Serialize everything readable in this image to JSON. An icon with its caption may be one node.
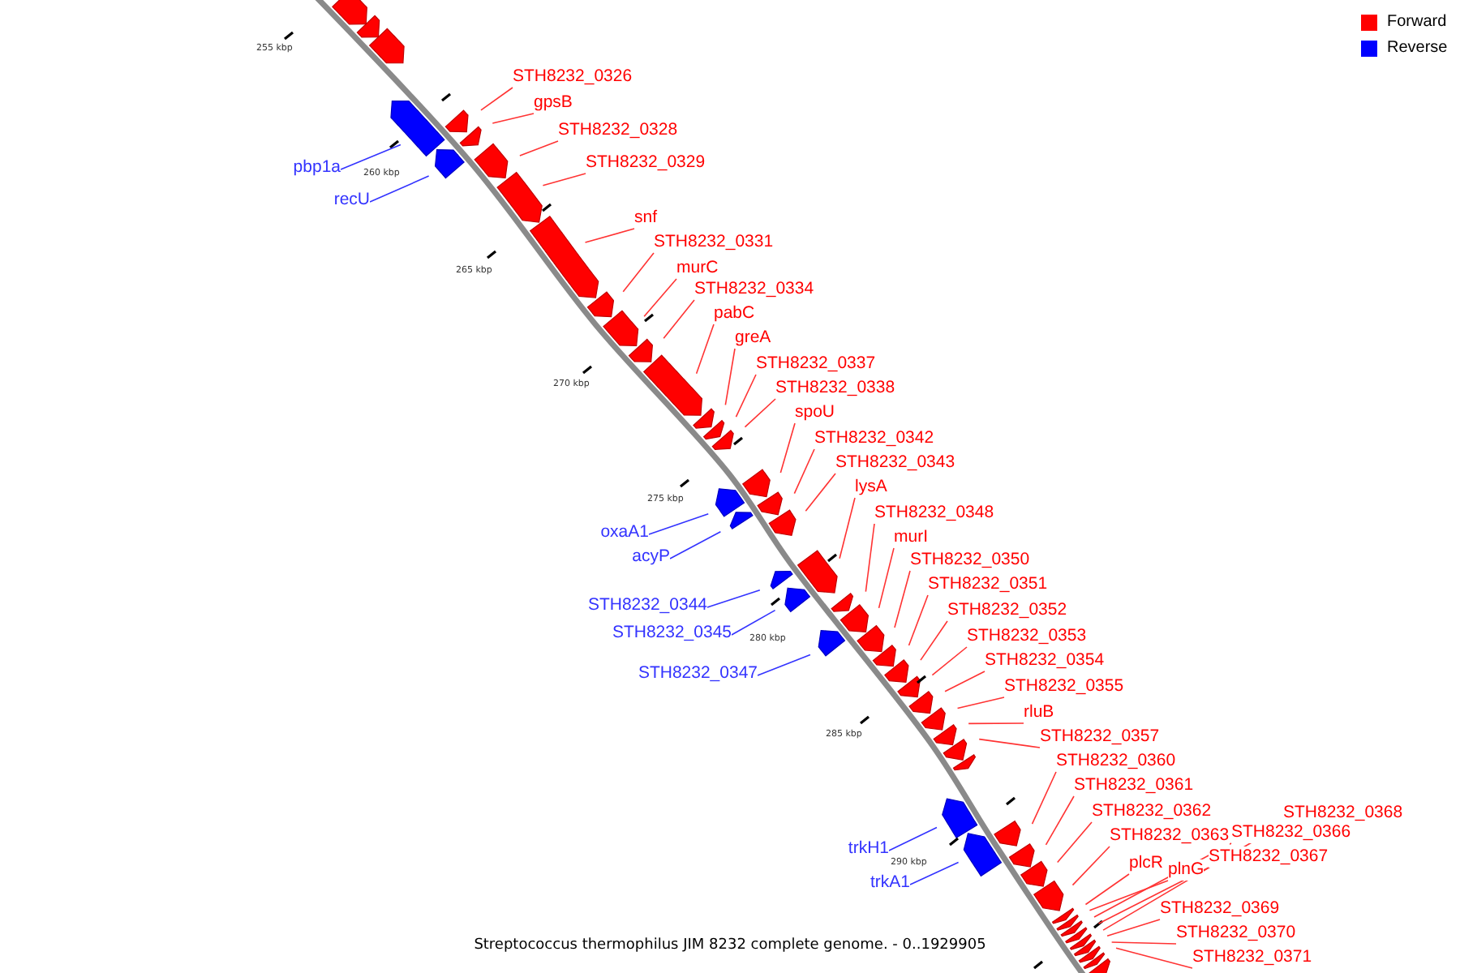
{
  "diagram": {
    "caption": "Streptococcus thermophilus JIM 8232 complete genome. - 0..1929905",
    "nodes": [
      {
        "text": [
          "STH8232_0326"
        ]
      },
      {
        "text": [
          "gpsB"
        ]
      },
      {
        "text": [
          "STH8232_0328"
        ]
      },
      {
        "text": [
          "STH8232_0329"
        ]
      },
      {
        "text": [
          "pbp1a"
        ]
      },
      {
        "text": [
          "recU"
        ]
      },
      {
        "text": [
          "snf"
        ]
      },
      {
        "text": [
          "STH8232_0331"
        ]
      },
      {
        "text": [
          "murC"
        ]
      },
      {
        "text": [
          "STH8232_0334"
        ]
      },
      {
        "text": [
          "pabC"
        ]
      },
      {
        "text": [
          "greA"
        ]
      },
      {
        "text": [
          "STH8232_0337"
        ]
      },
      {
        "text": [
          "STH8232_0338"
        ]
      },
      {
        "text": [
          "spoU"
        ]
      },
      {
        "text": [
          "STH8232_0342"
        ]
      },
      {
        "text": [
          "STH8232_0343"
        ]
      },
      {
        "text": [
          "lysA"
        ]
      },
      {
        "text": [
          "STH8232_0348"
        ]
      },
      {
        "text": [
          "oxaA1"
        ]
      },
      {
        "text": [
          "murI"
        ]
      },
      {
        "text": [
          "acyP"
        ]
      },
      {
        "text": [
          "STH8232_0350"
        ]
      },
      {
        "text": [
          "STH8232_0351"
        ]
      },
      {
        "text": [
          "STH8232_0344"
        ]
      },
      {
        "text": [
          "STH8232_0352"
        ]
      },
      {
        "text": [
          "STH8232_0345"
        ]
      },
      {
        "text": [
          "STH8232_0353"
        ]
      },
      {
        "text": [
          "STH8232_0354"
        ]
      },
      {
        "text": [
          "STH8232_0347"
        ]
      },
      {
        "text": [
          "STH8232_0355"
        ]
      },
      {
        "text": [
          "rluB"
        ]
      },
      {
        "text": [
          "STH8232_0357"
        ]
      },
      {
        "text": [
          "STH8232_0360"
        ]
      },
      {
        "text": [
          "STH8232_0361"
        ]
      },
      {
        "text": [
          "STH8232_0362"
        ]
      },
      {
        "text": [
          "STH8232_0368"
        ]
      },
      {
        "text": [
          "STH8232_0363"
        ]
      },
      {
        "text": [
          "STH8232_0366"
        ]
      },
      {
        "text": [
          "trkH1"
        ]
      },
      {
        "text": [
          "STH8232_0367"
        ]
      },
      {
        "text": [
          "plcR"
        ]
      },
      {
        "text": [
          "plnG"
        ]
      },
      {
        "text": [
          "trkA1"
        ]
      },
      {
        "text": [
          "STH8232_0369"
        ]
      },
      {
        "text": [
          "STH8232_0370"
        ]
      },
      {
        "text": [
          "STH8232_0371"
        ]
      }
    ],
    "edges": [
      {
        "from": 0,
        "to": null,
        "arrow": "none"
      },
      {
        "from": 1,
        "to": null,
        "arrow": "none"
      },
      {
        "from": 2,
        "to": null,
        "arrow": "none"
      },
      {
        "from": 3,
        "to": null,
        "arrow": "none"
      },
      {
        "from": 4,
        "to": null,
        "arrow": "none",
        "color": "#3333ff"
      },
      {
        "from": 5,
        "to": null,
        "arrow": "none",
        "color": "#3333ff"
      },
      {
        "from": 6,
        "to": null,
        "arrow": "none"
      },
      {
        "from": 7,
        "to": null,
        "arrow": "none"
      },
      {
        "from": 8,
        "to": null,
        "arrow": "none"
      },
      {
        "from": 9,
        "to": null,
        "arrow": "none"
      },
      {
        "from": 10,
        "to": null,
        "arrow": "none"
      },
      {
        "from": 11,
        "to": null,
        "arrow": "none"
      },
      {
        "from": 12,
        "to": null,
        "arrow": "none"
      },
      {
        "from": 13,
        "to": null,
        "arrow": "none"
      },
      {
        "from": 14,
        "to": null,
        "arrow": "none"
      },
      {
        "from": 15,
        "to": null,
        "arrow": "none"
      },
      {
        "from": 16,
        "to": null,
        "arrow": "none"
      },
      {
        "from": 17,
        "to": null,
        "arrow": "none"
      },
      {
        "from": 18,
        "to": null,
        "arrow": "none"
      },
      {
        "from": 19,
        "to": null,
        "arrow": "none",
        "color": "#3333ff"
      },
      {
        "from": 20,
        "to": null,
        "arrow": "none"
      },
      {
        "from": 21,
        "to": null,
        "arrow": "none",
        "color": "#3333ff"
      },
      {
        "from": 22,
        "to": null,
        "arrow": "none"
      },
      {
        "from": 23,
        "to": null,
        "arrow": "none"
      },
      {
        "from": 24,
        "to": null,
        "arrow": "none",
        "color": "#3333ff"
      },
      {
        "from": 25,
        "to": null,
        "arrow": "none"
      },
      {
        "from": 26,
        "to": null,
        "arrow": "none",
        "color": "#3333ff"
      },
      {
        "from": 27,
        "to": null,
        "arrow": "none"
      },
      {
        "from": 28,
        "to": null,
        "arrow": "none"
      },
      {
        "from": 29,
        "to": null,
        "arrow": "none",
        "color": "#3333ff"
      },
      {
        "from": 30,
        "to": null,
        "arrow": "none"
      },
      {
        "from": 31,
        "to": null,
        "arrow": "none"
      },
      {
        "from": 32,
        "to": null,
        "arrow": "none"
      },
      {
        "from": 33,
        "to": null,
        "arrow": "none"
      },
      {
        "from": 34,
        "to": null,
        "arrow": "none"
      },
      {
        "from": 35,
        "to": null,
        "arrow": "none"
      },
      {
        "from": 36,
        "to": null,
        "arrow": "none"
      },
      {
        "from": 37,
        "to": null,
        "arrow": "none"
      },
      {
        "from": 38,
        "to": null,
        "arrow": "none"
      },
      {
        "from": 39,
        "to": null,
        "arrow": "none",
        "color": "#3333ff"
      },
      {
        "from": 40,
        "to": null,
        "arrow": "none"
      },
      {
        "from": 41,
        "to": null,
        "arrow": "none"
      },
      {
        "from": 42,
        "to": null,
        "arrow": "none"
      },
      {
        "from": 43,
        "to": null,
        "arrow": "none",
        "color": "#3333ff"
      },
      {
        "from": 44,
        "to": null,
        "arrow": "none"
      },
      {
        "from": 45,
        "to": null,
        "arrow": "none"
      },
      {
        "from": 46,
        "to": null,
        "arrow": "none"
      }
    ],
    "labels": [
      "255 kbp",
      "260 kbp",
      "265 kbp",
      "270 kbp",
      "275 kbp",
      "280 kbp",
      "285 kbp",
      "290 kbp"
    ],
    "legend": [
      {
        "text": "Forward",
        "color": "#ff0000"
      },
      {
        "text": "Reverse",
        "color": "#0000ff"
      }
    ]
  }
}
